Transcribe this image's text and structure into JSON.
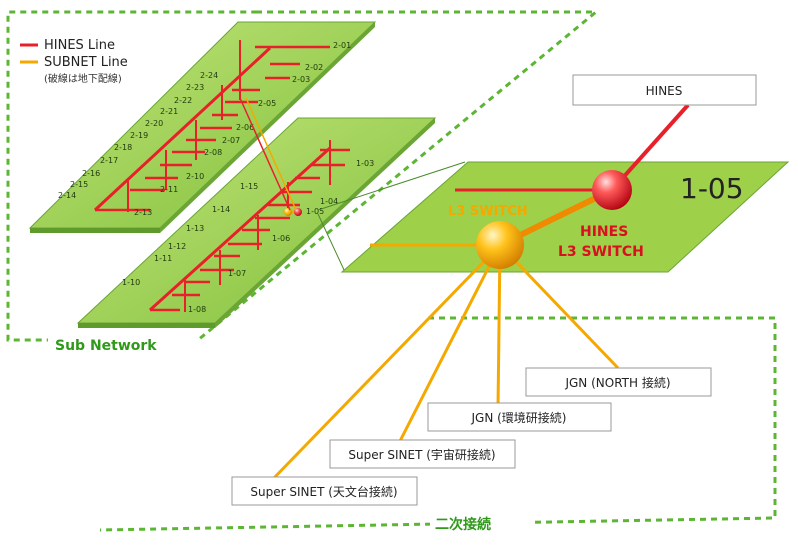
{
  "legend": {
    "hines_line": "HINES Line",
    "subnet_line": "SUBNET Line",
    "note": "(破線は地下配線)"
  },
  "colors": {
    "hines": "#e8202a",
    "subnet": "#f5a800",
    "plane_green": "#9ed04a",
    "dash_green": "#5db534",
    "section_label": "#2f9a1a"
  },
  "floor2": {
    "rooms": [
      "2-01",
      "2-02",
      "2-03",
      "2-05",
      "2-06",
      "2-07",
      "2-08",
      "2-10",
      "2-11",
      "2-13",
      "2-14",
      "2-15",
      "2-16",
      "2-17",
      "2-18",
      "2-19",
      "2-20",
      "2-21",
      "2-22",
      "2-23",
      "2-24"
    ]
  },
  "floor1": {
    "rooms": [
      "1-03",
      "1-04",
      "1-05",
      "1-06",
      "1-07",
      "1-08",
      "1-10",
      "1-11",
      "1-12",
      "1-13",
      "1-14",
      "1-15"
    ]
  },
  "detail": {
    "room": "1-05",
    "l3_switch": "L3 SWITCH",
    "hines_switch_line1": "HINES",
    "hines_switch_line2": "L3 SWITCH"
  },
  "hines_box": "HINES",
  "secondary_connections": [
    "JGN (NORTH 接続)",
    "JGN (環境研接続)",
    "Super SINET (宇宙研接続)",
    "Super SINET (天文台接続)"
  ],
  "section_labels": {
    "sub_network": "Sub Network",
    "secondary": "二次接続"
  }
}
